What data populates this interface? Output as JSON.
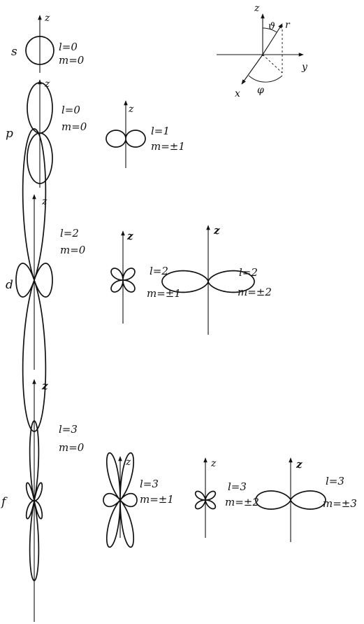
{
  "rows": {
    "s": "s",
    "p": "p",
    "d": "d",
    "f": "f"
  },
  "axes": {
    "z": "z",
    "x": "x",
    "y": "y",
    "r": "r",
    "theta": "ϑ",
    "phi": "φ"
  },
  "labels": {
    "s_l": "l=0",
    "s_m": "m=0",
    "p0_l": "l=0",
    "p0_m": "m=0",
    "p1_l": "l=1",
    "p1_m": "m=±1",
    "d0_l": "l=2",
    "d0_m": "m=0",
    "d1_l": "l=2",
    "d1_m": "m=±1",
    "d2_l": "l=2",
    "d2_m": "m=±2",
    "f0_l": "l=3",
    "f0_m": "m=0",
    "f1_l": "l=3",
    "f1_m": "m=±1",
    "f2_l": "l=3",
    "f2_m": "m=±2",
    "f3_l": "l=3",
    "f3_m": "m=±3"
  }
}
